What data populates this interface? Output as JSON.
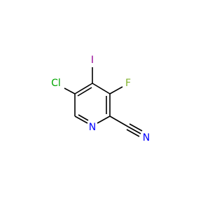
{
  "molecule": {
    "atoms": {
      "chlorine": {
        "symbol": "Cl",
        "color": "#00a600"
      },
      "iodine": {
        "symbol": "I",
        "color": "#940094"
      },
      "fluorine": {
        "symbol": "F",
        "color": "#7fb22a"
      },
      "ring_nitrogen": {
        "symbol": "N",
        "color": "#0000ff"
      },
      "nitrile_nitrogen": {
        "symbol": "N",
        "color": "#0000ff"
      }
    },
    "bond_color": "#000000"
  }
}
